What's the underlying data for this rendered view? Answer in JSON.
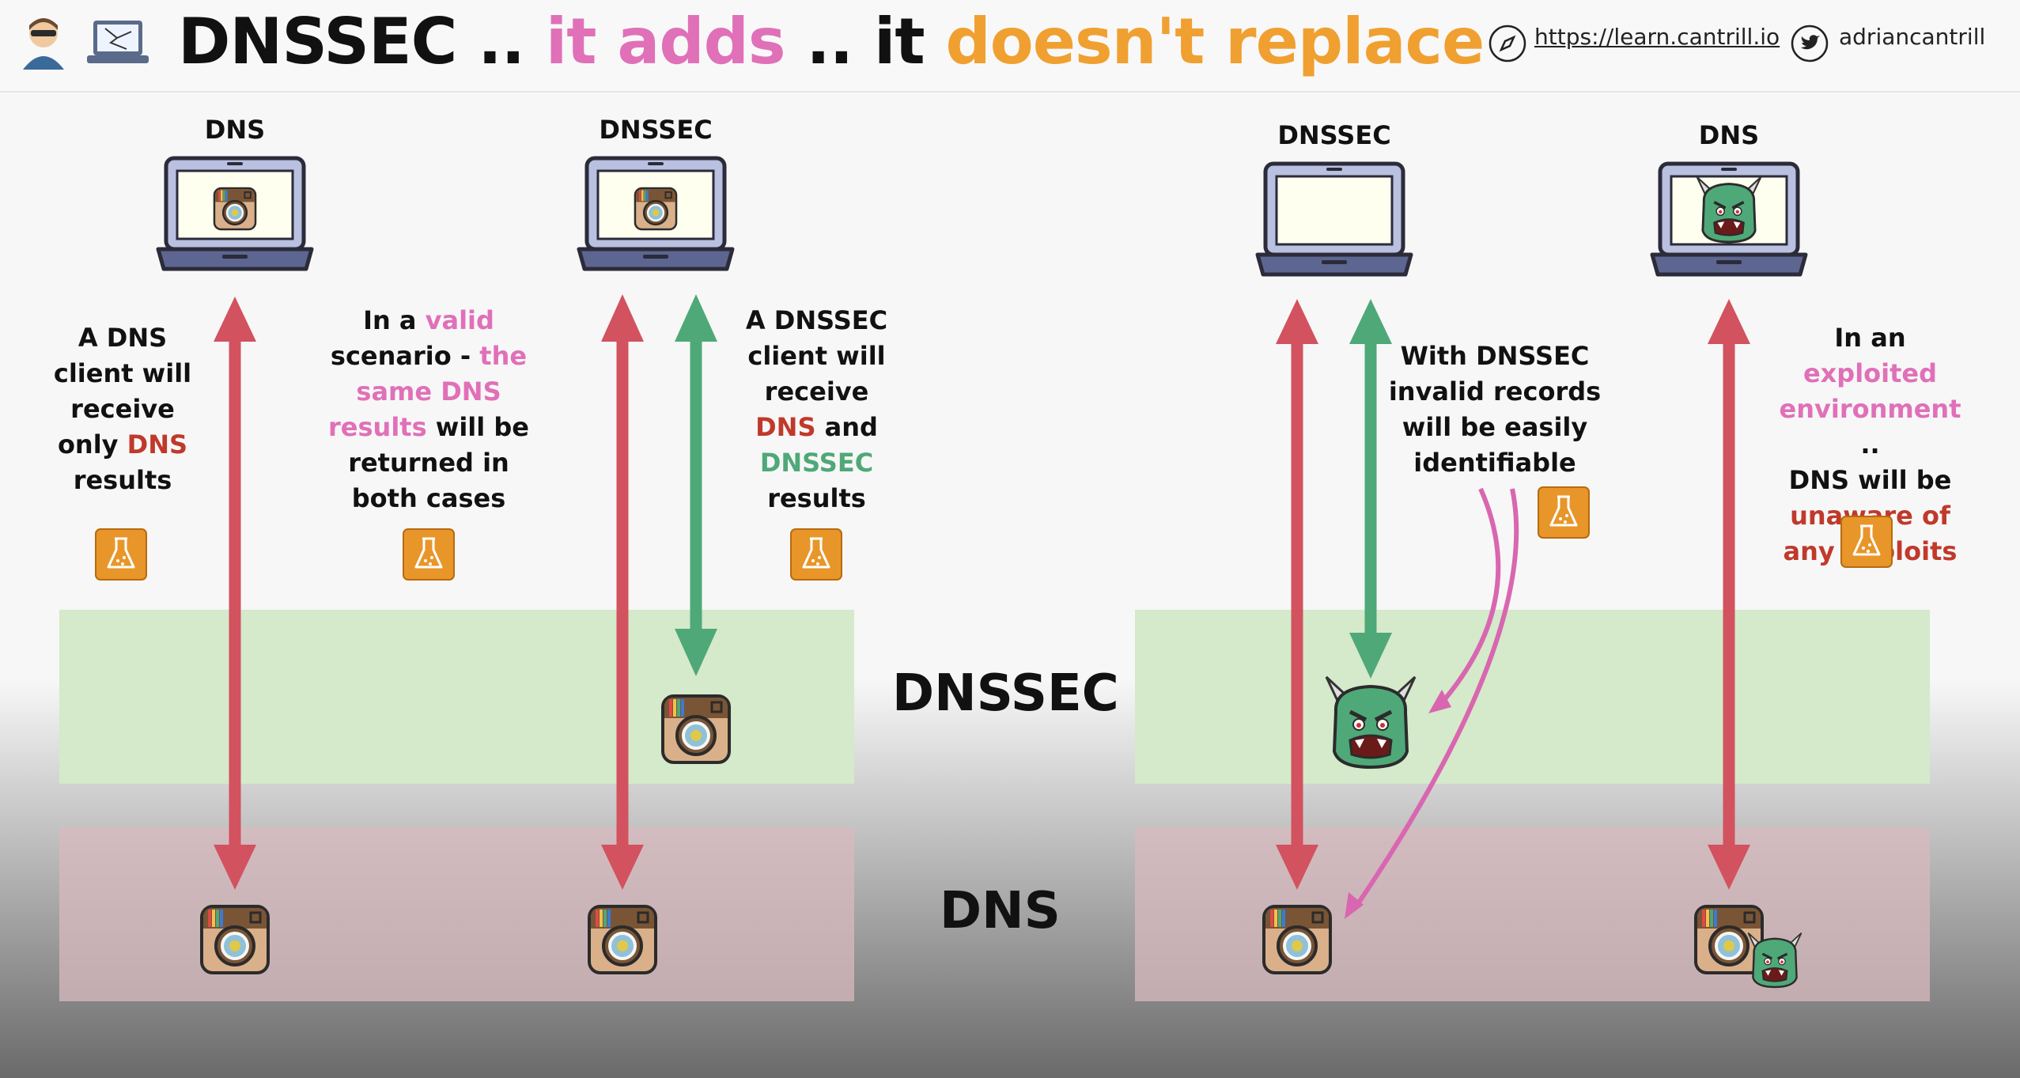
{
  "header": {
    "title_parts": [
      "DNSSEC ..",
      "it adds",
      ".. it",
      "doesn't replace"
    ],
    "website": "https://learn.cantrill.io",
    "twitter": "adriancantrill"
  },
  "layers": {
    "dnssec": "DNSSEC",
    "dns": "DNS"
  },
  "columns": {
    "c1": "DNS",
    "c2": "DNSSEC",
    "c3": "DNSSEC",
    "c4": "DNS"
  },
  "notes": {
    "n1": [
      "A DNS",
      "client will",
      "receive",
      "only",
      "DNS",
      "results"
    ],
    "n2": [
      "In a",
      "valid",
      "scenario -",
      "the",
      "same DNS",
      "results",
      "will be",
      "returned in",
      "both cases"
    ],
    "n3": [
      "A DNSSEC",
      "client will",
      "receive",
      "DNS",
      "and",
      "DNSSEC",
      "results"
    ],
    "n4": [
      "With DNSSEC",
      "invalid records",
      "will be easily",
      "identifiable"
    ],
    "n5": [
      "In an",
      "exploited",
      "environment",
      "..",
      "DNS will be",
      "unaware of",
      "any exploits"
    ]
  },
  "colors": {
    "red_arrow": "#d2525f",
    "green_arrow": "#4fa878",
    "pink_arrow": "#d966b0",
    "accent_pink": "#e070b8",
    "accent_orange": "#f0a030"
  }
}
